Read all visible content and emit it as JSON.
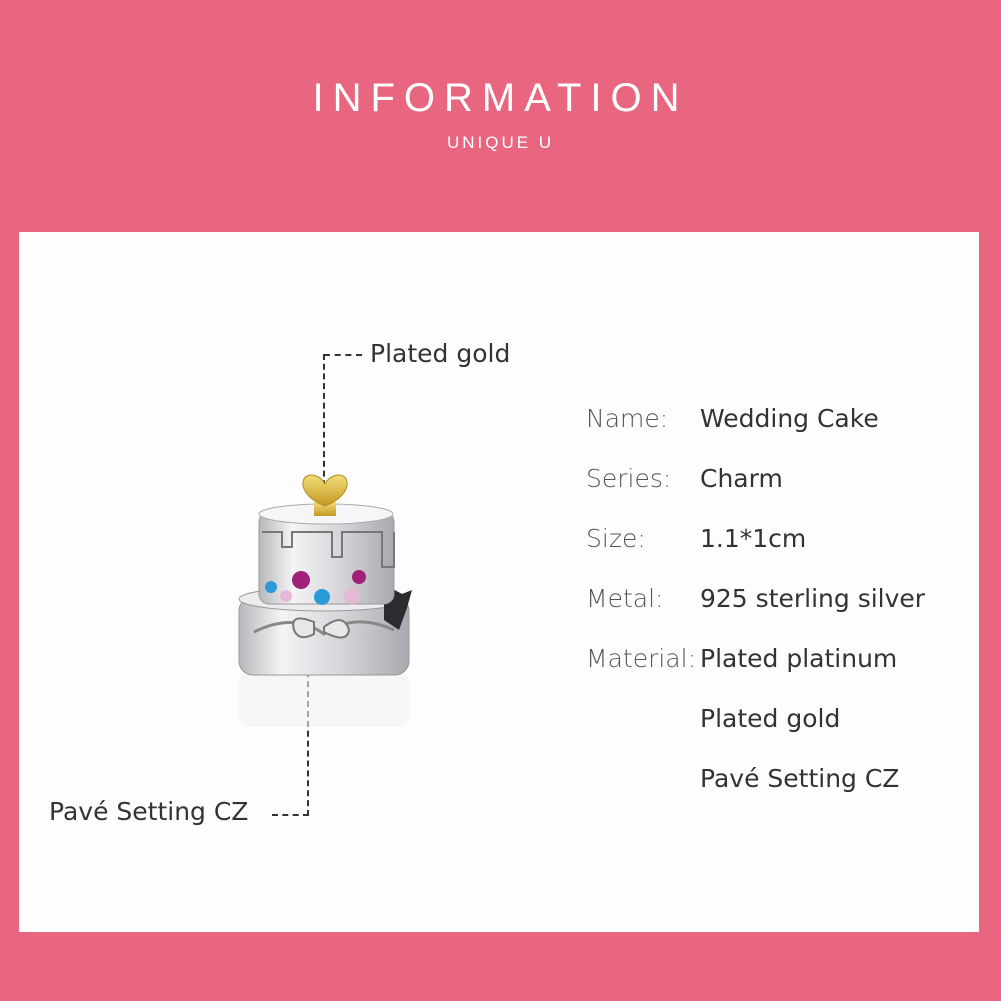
{
  "header": {
    "title": "INFORMATION",
    "subtitle": "UNIQUE U"
  },
  "product_image": {
    "description": "wedding-cake-charm",
    "colors": {
      "silver": "#d9d9dc",
      "gold": "#d8b740",
      "crystal_blue": "#2a9ad8",
      "crystal_magenta": "#a0207a",
      "crystal_pink": "#e6b8d8"
    }
  },
  "callouts": {
    "top": "Plated gold",
    "bottom": "Pavé Setting CZ"
  },
  "specs": [
    {
      "label": "Name:",
      "value": "Wedding Cake"
    },
    {
      "label": "Series:",
      "value": "Charm"
    },
    {
      "label": "Size:",
      "value": "1.1*1cm"
    },
    {
      "label": "Metal:",
      "value": "925 sterling silver"
    },
    {
      "label": "Material:",
      "value": "Plated platinum"
    },
    {
      "label": "",
      "value": "Plated gold"
    },
    {
      "label": "",
      "value": "Pavé Setting CZ"
    }
  ],
  "colors": {
    "background": "#e8667f",
    "card": "#fdfdfd",
    "text_dark": "#333333",
    "text_label": "#555555"
  }
}
